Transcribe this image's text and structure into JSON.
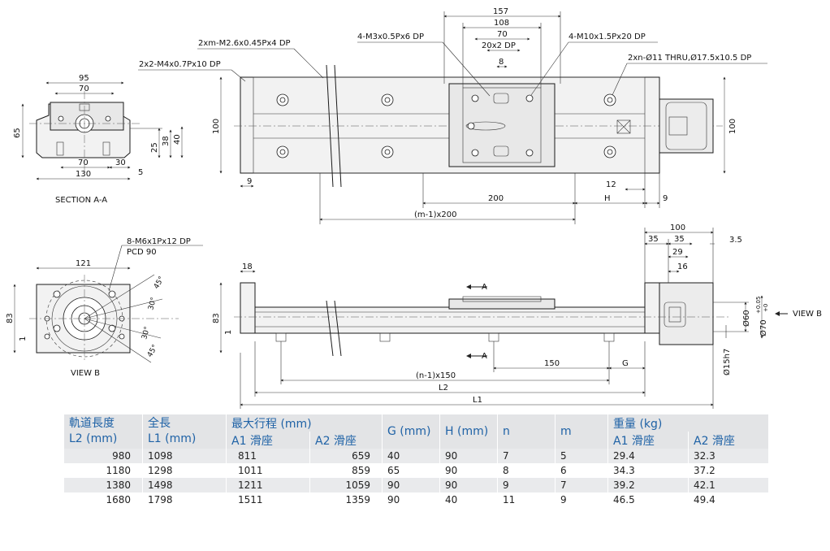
{
  "labels": {
    "section_aa": "SECTION A-A",
    "view_b_left": "VIEW B",
    "view_b_right": "VIEW B",
    "top_tap_small": "2xm-M2.6x0.45Px4 DP",
    "top_tap_m4": "2x2-M4x0.7Px10 DP",
    "carriage_m3": "4-M3x0.5Px6 DP",
    "carriage_m10": "4-M10x1.5Px20 DP",
    "thru_holes": "2xn-Ø11 THRU,Ø17.5x10.5 DP",
    "pcd_m6": "8-M6x1Px12 DP",
    "pcd_90": "PCD 90",
    "arrow_a_top": "A",
    "arrow_a_bottom": "A"
  },
  "dims": {
    "sec_95": "95",
    "sec_70_top": "70",
    "sec_65": "65",
    "sec_70_bot": "70",
    "sec_30": "30",
    "sec_130": "130",
    "sec_25": "25",
    "sec_38": "38",
    "sec_40": "40",
    "sec_5": "5",
    "top_157": "157",
    "top_108": "108",
    "top_70": "70",
    "top_20x2": "20x2 DP",
    "top_8": "8",
    "top_100_left": "100",
    "top_100_right": "100",
    "top_9_left": "9",
    "top_12": "12",
    "top_200": "200",
    "top_H": "H",
    "top_9_right": "9",
    "top_m1x200": "(m-1)x200",
    "vb_121": "121",
    "vb_83": "83",
    "vb_1": "1",
    "vb_45_top": "45°",
    "vb_30_top": "30°",
    "vb_30_bot": "30°",
    "vb_45_bot": "45°",
    "side_18": "18",
    "side_83": "83",
    "side_1": "1",
    "side_150": "150",
    "side_G": "G",
    "side_n1x150": "(n-1)x150",
    "side_L2": "L2",
    "side_L1": "L1",
    "side_100": "100",
    "side_35a": "35",
    "side_35b": "35",
    "side_3_5": "3.5",
    "side_29": "29",
    "side_16": "16",
    "side_d60": "Ø60",
    "side_d70": "Ø70",
    "side_d70_tol_up": "+0.05",
    "side_d70_tol_dn": "+0",
    "side_d15h7": "Ø15h7"
  },
  "table": {
    "headers": {
      "l2": "軌道長度\nL2 (mm)",
      "l1": "全長\nL1 (mm)",
      "stroke": "最大行程 (mm)",
      "stroke_a1": "A1 滑座",
      "stroke_a2": "A2 滑座",
      "g": "G (mm)",
      "h": "H (mm)",
      "n": "n",
      "m": "m",
      "weight": "重量 (kg)",
      "weight_a1": "A1 滑座",
      "weight_a2": "A2 滑座"
    },
    "rows": [
      [
        "980",
        "1098",
        "811",
        "659",
        "40",
        "90",
        "7",
        "5",
        "29.4",
        "32.3"
      ],
      [
        "1180",
        "1298",
        "1011",
        "859",
        "65",
        "90",
        "8",
        "6",
        "34.3",
        "37.2"
      ],
      [
        "1380",
        "1498",
        "1211",
        "1059",
        "90",
        "90",
        "9",
        "7",
        "39.2",
        "42.1"
      ],
      [
        "1680",
        "1798",
        "1511",
        "1359",
        "90",
        "40",
        "11",
        "9",
        "46.5",
        "49.4"
      ]
    ]
  }
}
